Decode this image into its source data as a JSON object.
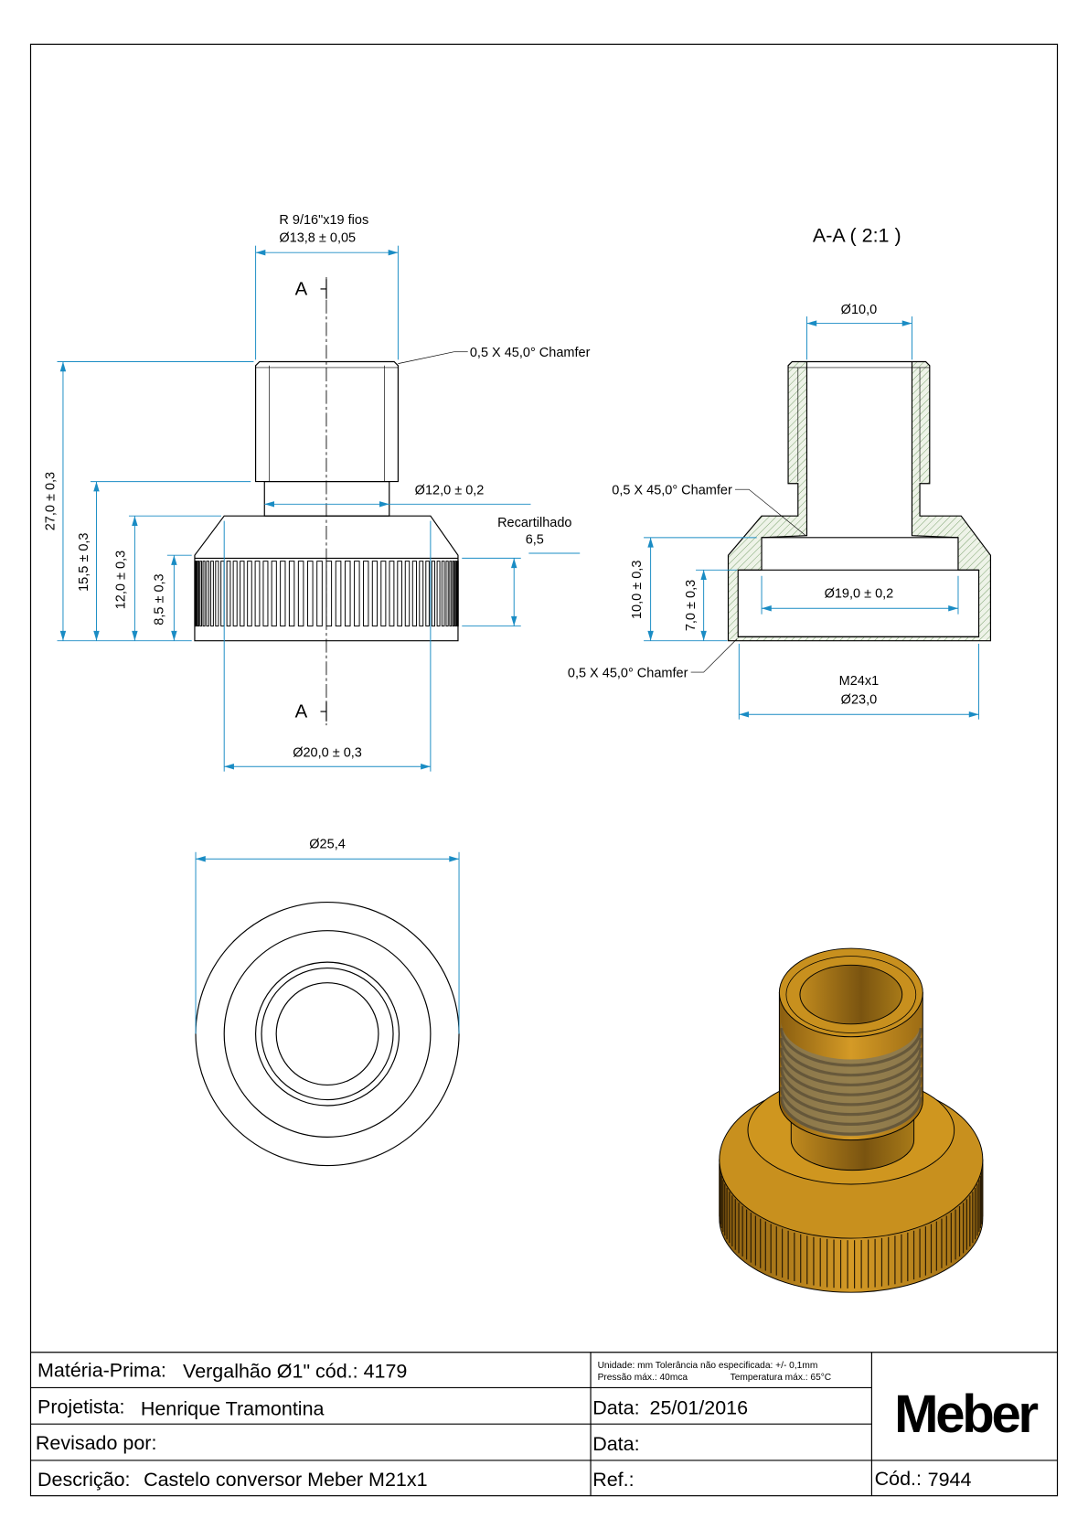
{
  "front_view": {
    "section_marker": "A",
    "thread_label": "R 9/16\"x19 fios",
    "thread_diameter": "Ø13,8 ± 0,05",
    "chamfer_top": "0,5 X 45,0° Chamfer",
    "neck_diameter": "Ø12,0 ± 0,2",
    "knurl_label": "Recartilhado",
    "knurl_value": "6,5",
    "height_total": "27,0 ± 0,3",
    "height_15": "15,5 ± 0,3",
    "height_12": "12,0 ± 0,3",
    "height_8": "8,5 ± 0,3",
    "body_diameter": "Ø20,0 ± 0,3"
  },
  "section_view": {
    "title": "A-A ( 2:1 )",
    "bore_diameter": "Ø10,0",
    "chamfer_upper": "0,5 X 45,0° Chamfer",
    "chamfer_lower": "0,5 X 45,0° Chamfer",
    "depth_10": "10,0 ± 0,3",
    "depth_7": "7,0 ± 0,3",
    "counterbore_diameter": "Ø19,0 ± 0,2",
    "thread_label": "M24x1",
    "thread_diameter": "Ø23,0"
  },
  "bottom_view": {
    "outer_diameter": "Ø25,4"
  },
  "iso_view": {
    "colors": {
      "brass": "#c8901e",
      "thread": "#7a6a45"
    }
  },
  "title_block": {
    "material_label": "Matéria-Prima:",
    "material_value": "Vergalhão Ø1\" cód.: 4179",
    "notes_line1": "Unidade: mm Tolerância não especificada: +/- 0,1mm",
    "notes_line2a": "Pressão máx.: 40mca",
    "notes_line2b": "Temperatura máx.: 65°C",
    "designer_label": "Projetista:",
    "designer_value": "Henrique Tramontina",
    "date_label": "Data:",
    "date_value": "25/01/2016",
    "reviewed_label": "Revisado por:",
    "review_date_label": "Data:",
    "description_label": "Descrição:",
    "description_value": "Castelo conversor Meber M21x1",
    "ref_label": "Ref.:",
    "code_label": "Cód.:",
    "code_value": "7944",
    "logo": "Meber"
  }
}
